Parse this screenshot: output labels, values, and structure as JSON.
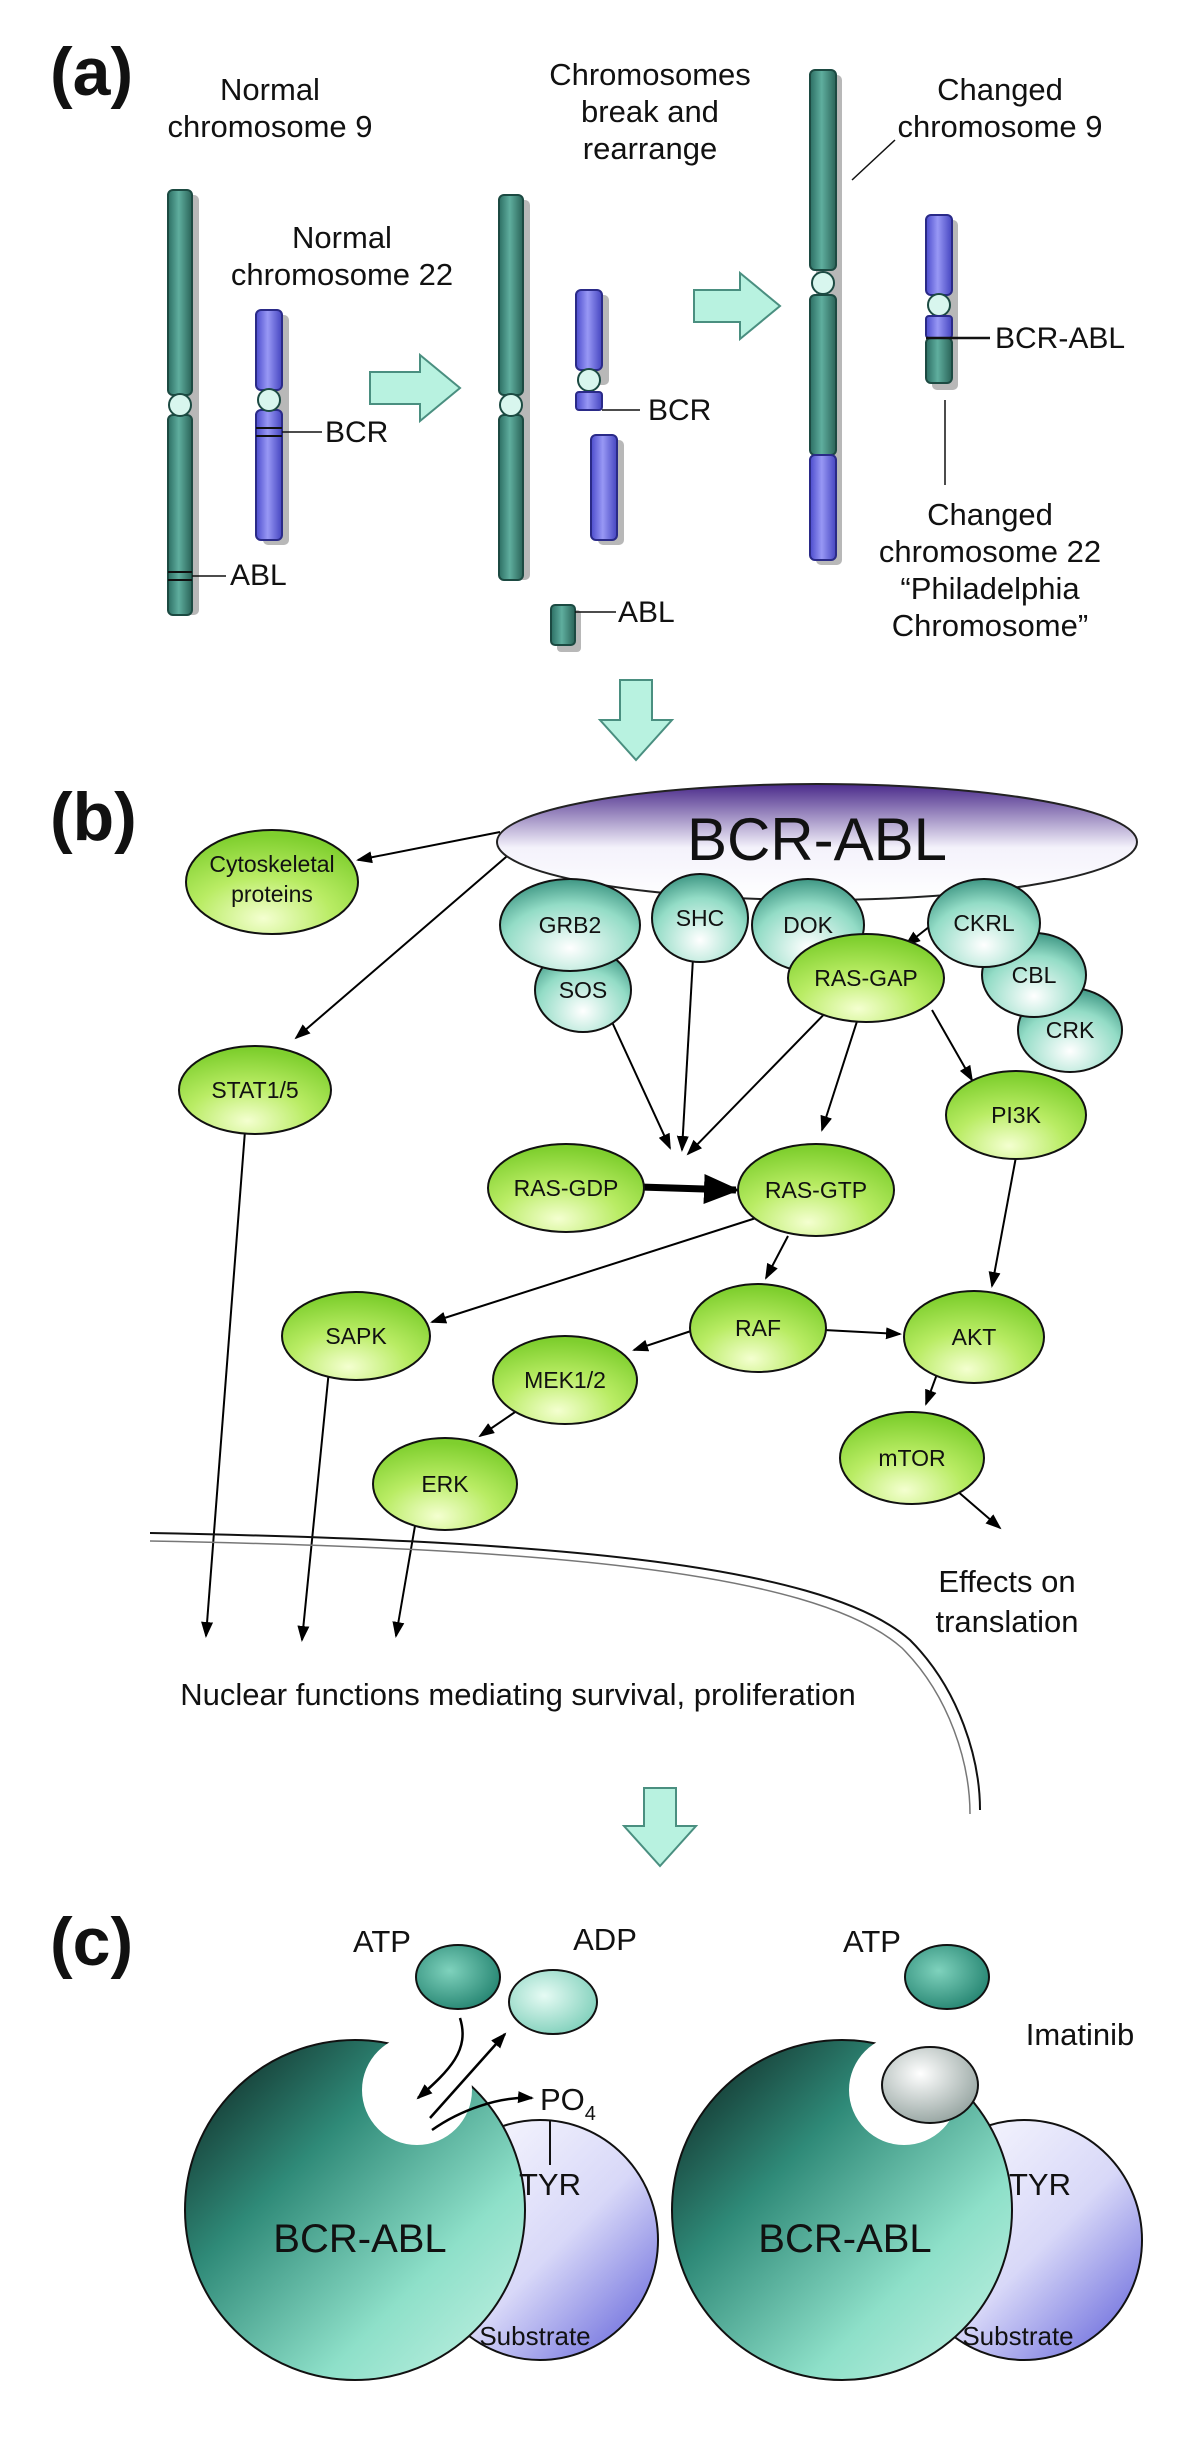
{
  "panels": {
    "a": "(a)",
    "b": "(b)",
    "c": "(c)"
  },
  "panel_a": {
    "normal_chr9": [
      "Normal",
      "chromosome 9"
    ],
    "normal_chr22": [
      "Normal",
      "chromosome 22"
    ],
    "break": [
      "Chromosomes",
      "break and",
      "rearrange"
    ],
    "changed_chr9": [
      "Changed",
      "chromosome 9"
    ],
    "changed_chr22": [
      "Changed",
      "chromosome 22",
      "“Philadelphia",
      "Chromosome”"
    ],
    "bcr": "BCR",
    "abl": "ABL",
    "bcr_abl": "BCR-ABL"
  },
  "panel_b": {
    "hub": "BCR-ABL",
    "nodes": {
      "cytoskeletal": [
        "Cytoskeletal",
        "proteins"
      ],
      "grb2": "GRB2",
      "sos": "SOS",
      "shc": "SHC",
      "dok": "DOK",
      "rasgap": "RAS-GAP",
      "ckrl": "CKRL",
      "cbl": "CBL",
      "crk": "CRK",
      "stat": "STAT1/5",
      "pi3k": "PI3K",
      "rasgdp": "RAS-GDP",
      "rasgtp": "RAS-GTP",
      "sapk": "SAPK",
      "raf": "RAF",
      "akt": "AKT",
      "mek": "MEK1/2",
      "erk": "ERK",
      "mtor": "mTOR"
    },
    "effects": [
      "Effects on",
      "translation"
    ],
    "nuclear": "Nuclear functions mediating survival, proliferation"
  },
  "panel_c": {
    "atp": "ATP",
    "adp": "ADP",
    "po4": "PO",
    "po4_sub": "4",
    "tyr": "TYR",
    "bcr_abl": "BCR-ABL",
    "substrate": "Substrate",
    "imatinib": "Imatinib"
  },
  "colors": {
    "teal": "#3f8f80",
    "blue": "#6d6de6",
    "green": "#9fe04a",
    "arrow_fill": "#b8f2e0"
  }
}
